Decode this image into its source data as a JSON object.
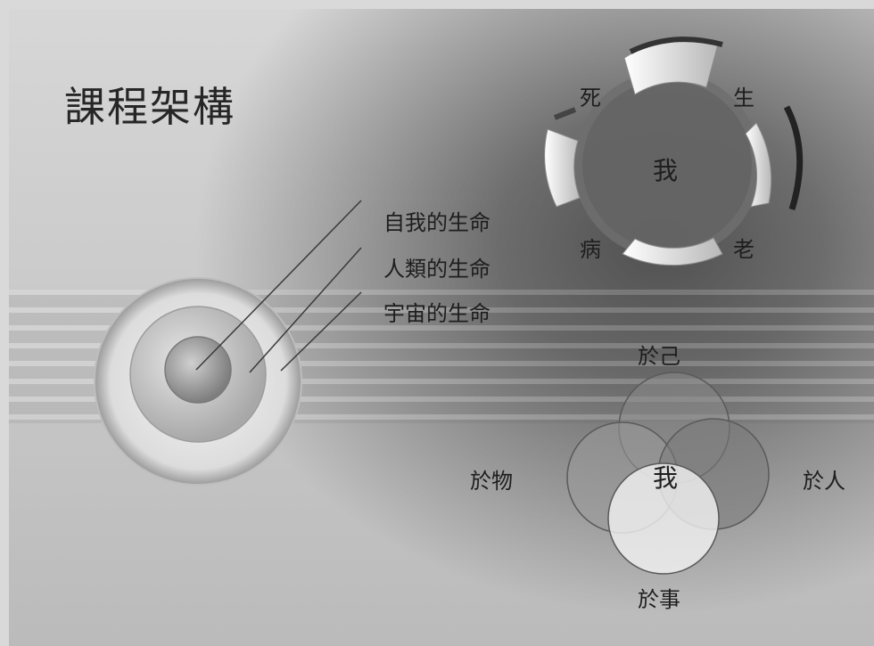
{
  "slide": {
    "title": "課程架構"
  },
  "life_layers": {
    "labels": [
      "自我的生命",
      "人類的生命",
      "宇宙的生命"
    ]
  },
  "four_stages": {
    "center": "我",
    "stages": [
      "死",
      "生",
      "病",
      "老"
    ]
  },
  "relations": {
    "center": "我",
    "top": "於己",
    "left": "於物",
    "right": "於人",
    "bottom": "於事"
  }
}
